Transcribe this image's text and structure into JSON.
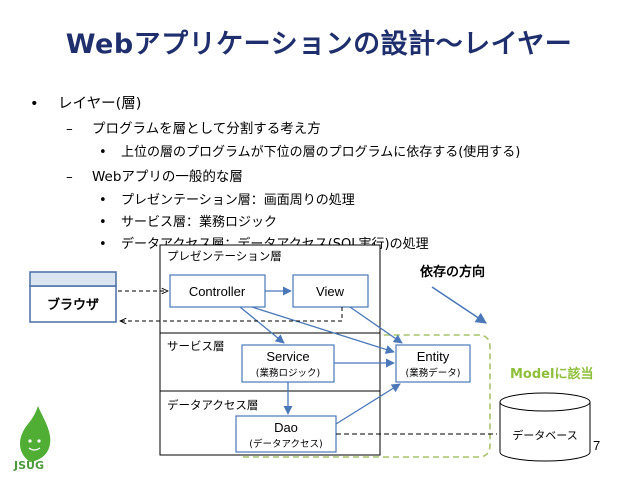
{
  "title": "Webアプリケーションの設計〜レイヤー",
  "bullets": {
    "level1": "レイヤー(層)",
    "item_a": "プログラムを層として分割する考え方",
    "item_a_sub": "上位の層のプログラムが下位の層のプログラムに依存する(使用する)",
    "item_b": "Webアプリの一般的な層",
    "item_b_sub": [
      "プレゼンテーション層：画面周りの処理",
      "サービス層：業務ロジック",
      "データアクセス層：データアクセス(SQL実行)の処理"
    ]
  },
  "diagram": {
    "browser_label": "ブラウザ",
    "layer_presentation": "プレゼンテーション層",
    "layer_service": "サービス層",
    "layer_dataaccess": "データアクセス層",
    "controller": "Controller",
    "view": "View",
    "service": "Service",
    "service_sub": "(業務ロジック)",
    "dao": "Dao",
    "dao_sub": "(データアクセス)",
    "entity": "Entity",
    "entity_sub": "(業務データ)",
    "dependency_direction": "依存の方向",
    "model_note": "Modelに該当",
    "database": "データベース"
  },
  "footer": {
    "logo": "JSUG",
    "page_number": "7"
  },
  "colors": {
    "title": "#1f2f6d",
    "arrow": "#4a78b8",
    "model_border": "#a8c36a",
    "model_text": "#8fbf3a",
    "browser_border": "#4a6fa5",
    "logo_green": "#4fae33"
  }
}
